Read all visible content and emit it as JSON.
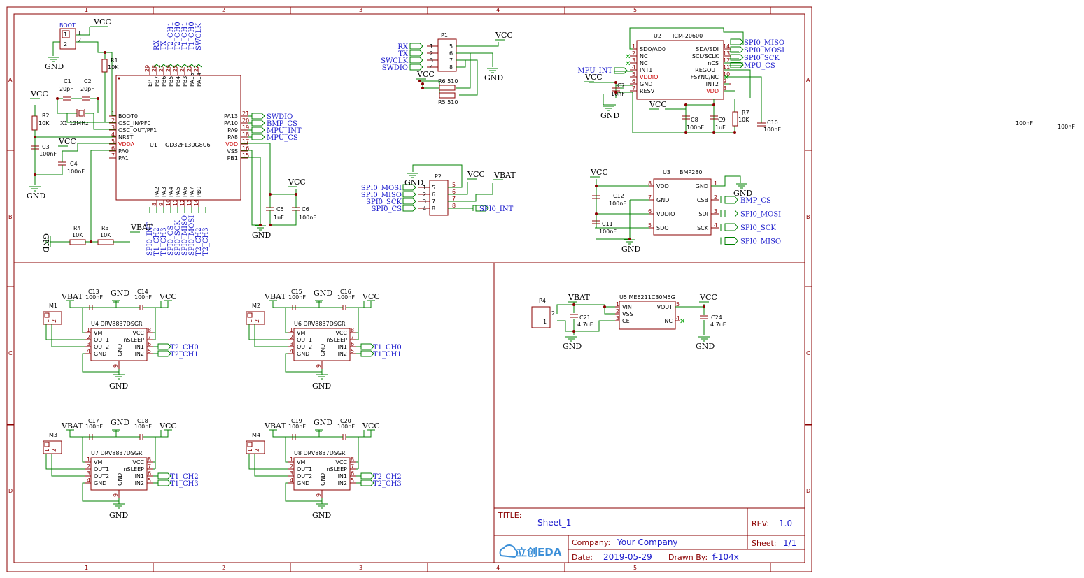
{
  "frame": {
    "col_labels": [
      "1",
      "2",
      "3",
      "4",
      "5"
    ],
    "row_labels": [
      "A",
      "B",
      "C",
      "D"
    ]
  },
  "title_block": {
    "title_label": "TITLE:",
    "title_value": "Sheet_1",
    "rev_label": "REV:",
    "rev_value": "1.0",
    "company_label": "Company:",
    "company_value": "Your Company",
    "sheet_label": "Sheet:",
    "sheet_value": "1/1",
    "date_label": "Date:",
    "date_value": "2019-05-29",
    "drawn_label": "Drawn By:",
    "drawn_value": "f-104x",
    "logo_text": "立创EDA"
  },
  "stray_labels": [
    "100nF",
    "100nF"
  ],
  "mcu": {
    "ref": "U1",
    "part": "GD32F130G8U6",
    "left_pins": [
      {
        "num": "1",
        "name": "BOOT0"
      },
      {
        "num": "2",
        "name": "OSC_IN/PF0"
      },
      {
        "num": "3",
        "name": "OSC_OUT/PF1"
      },
      {
        "num": "4",
        "name": "NRST"
      },
      {
        "num": "5",
        "name": "VDDA"
      },
      {
        "num": "6",
        "name": "PA0"
      },
      {
        "num": "7",
        "name": "PA1"
      }
    ],
    "right_pins": [
      {
        "num": "21",
        "name": "PA13"
      },
      {
        "num": "20",
        "name": "PA10"
      },
      {
        "num": "19",
        "name": "PA9"
      },
      {
        "num": "18",
        "name": "PA8"
      },
      {
        "num": "17",
        "name": "VDD"
      },
      {
        "num": "16",
        "name": "VSS"
      },
      {
        "num": "15",
        "name": "PB1"
      }
    ],
    "top_pins": [
      {
        "num": "29",
        "name": "EP"
      },
      {
        "num": "28",
        "name": "PB7"
      },
      {
        "num": "27",
        "name": "PB6"
      },
      {
        "num": "26",
        "name": "PB5"
      },
      {
        "num": "25",
        "name": "PB4"
      },
      {
        "num": "24",
        "name": "PB3"
      },
      {
        "num": "23",
        "name": "PA15"
      },
      {
        "num": "22",
        "name": "PA14"
      }
    ],
    "bottom_pins": [
      {
        "num": "8",
        "name": "PA2"
      },
      {
        "num": "9",
        "name": "PA3"
      },
      {
        "num": "10",
        "name": "PA4"
      },
      {
        "num": "11",
        "name": "PA5"
      },
      {
        "num": "12",
        "name": "PA6"
      },
      {
        "num": "13",
        "name": "PA7"
      },
      {
        "num": "14",
        "name": "PB0"
      }
    ],
    "top_nets": [
      "RX",
      "TX",
      "T2_CH1",
      "T2_CH0",
      "T1_CH1",
      "T1_CH0",
      "SWCLK"
    ],
    "bottom_nets": [
      "SPI0_INT",
      "T1_CH2",
      "T1_CH3",
      "SPI0_CS",
      "SPI0_SCK",
      "SPI0_MISO",
      "SPI0_MOSI",
      "T2_CH2",
      "T2_CH3"
    ],
    "right_nets": [
      "SWDIO",
      "BMP_CS",
      "MPU_INT",
      "MPU_CS"
    ]
  },
  "mcu_passives": {
    "boot": "BOOT",
    "r1": "R1",
    "r1v": "10K",
    "c1": "C1",
    "c1v": "20pF",
    "c2": "C2",
    "c2v": "20pF",
    "x1": "X1  12MHz",
    "r2": "R2",
    "r2v": "10K",
    "c3": "C3",
    "c3v": "100nF",
    "c4": "C4",
    "c4v": "100nF",
    "r4": "R4",
    "r4v": "10K",
    "r3": "R3",
    "r3v": "10K",
    "c5": "C5",
    "c5v": "1uF",
    "c6": "C6",
    "c6v": "100nF"
  },
  "p1": {
    "ref": "P1",
    "nets": [
      "RX",
      "TX",
      "SWCLK",
      "SWDIO"
    ],
    "pins_left": [
      "1",
      "2",
      "3",
      "4"
    ],
    "pins_right": [
      "5",
      "6",
      "7",
      "8"
    ],
    "r6": "R6  510",
    "r5": "R5  510"
  },
  "p2": {
    "ref": "P2",
    "nets": [
      "SPI0_MOSI",
      "SPI0_MISO",
      "SPI0_SCK",
      "SPI0_CS"
    ],
    "pins_left": [
      "1",
      "2",
      "3",
      "4"
    ],
    "pins_right": [
      "5",
      "6",
      "7",
      "8"
    ],
    "int_net": "SPI0_INT"
  },
  "u2": {
    "ref": "U2",
    "part": "ICM-20600",
    "left": [
      {
        "num": "1",
        "name": "SDO/AD0"
      },
      {
        "num": "2",
        "name": "NC"
      },
      {
        "num": "3",
        "name": "NC"
      },
      {
        "num": "4",
        "name": "INT1"
      },
      {
        "num": "5",
        "name": "VDDIO"
      },
      {
        "num": "6",
        "name": "GND"
      },
      {
        "num": "7",
        "name": "RESV"
      }
    ],
    "right": [
      {
        "num": "14",
        "name": "SDA/SDI"
      },
      {
        "num": "13",
        "name": "SCL/SCLK"
      },
      {
        "num": "12",
        "name": "nCS"
      },
      {
        "num": "11",
        "name": "REGOUT"
      },
      {
        "num": "10",
        "name": "FSYNC/NC"
      },
      {
        "num": "9",
        "name": "INT2"
      },
      {
        "num": "8",
        "name": "VDD"
      }
    ],
    "nets": [
      "SPI0_MISO",
      "SPI0_MOSI",
      "SPI0_SCK",
      "MPU_CS"
    ],
    "mpu_int": "MPU_INT",
    "c7": "C7",
    "c7v": "10nF",
    "c8": "C8",
    "c8v": "100nF",
    "c9": "C9",
    "c9v": "1uF",
    "r7": "R7",
    "r7v": "10K",
    "c10": "C10",
    "c10v": "100nF"
  },
  "u3": {
    "ref": "U3",
    "part": "BMP280",
    "left": [
      {
        "num": "8",
        "name": "VDD"
      },
      {
        "num": "7",
        "name": "GND"
      },
      {
        "num": "6",
        "name": "VDDIO"
      },
      {
        "num": "5",
        "name": "SDO"
      }
    ],
    "right": [
      {
        "num": "1",
        "name": "GND"
      },
      {
        "num": "2",
        "name": "CSB"
      },
      {
        "num": "3",
        "name": "SDI"
      },
      {
        "num": "4",
        "name": "SCK"
      }
    ],
    "nets": [
      "BMP_CS",
      "SPI0_MOSI",
      "SPI0_SCK",
      "SPI0_MISO"
    ],
    "c12": "C12",
    "c12v": "100nF",
    "c11": "C11",
    "c11v": "100nF"
  },
  "power": {
    "vcc": "VCC",
    "gnd": "GND",
    "vbat": "VBAT"
  },
  "drivers": [
    {
      "m": "M1",
      "u": "U4 DRV8837DSGR",
      "ca": "C13",
      "cb": "C14",
      "cav": "100nF",
      "cbv": "100nF",
      "in1": "T2_CH0",
      "in2": "T2_CH1"
    },
    {
      "m": "M2",
      "u": "U6 DRV8837DSGR",
      "ca": "C15",
      "cb": "C16",
      "cav": "100nF",
      "cbv": "100nF",
      "in1": "T1_CH0",
      "in2": "T1_CH1"
    },
    {
      "m": "M3",
      "u": "U7 DRV8837DSGR",
      "ca": "C17",
      "cb": "C18",
      "cav": "100nF",
      "cbv": "100nF",
      "in1": "T1_CH2",
      "in2": "T1_CH3"
    },
    {
      "m": "M4",
      "u": "U8 DRV8837DSGR",
      "ca": "C19",
      "cb": "C20",
      "cav": "100nF",
      "cbv": "100nF",
      "in1": "T2_CH2",
      "in2": "T2_CH3"
    }
  ],
  "driver_pins": {
    "left": [
      {
        "num": "1",
        "name": "VM"
      },
      {
        "num": "2",
        "name": "OUT1"
      },
      {
        "num": "3",
        "name": "OUT2"
      },
      {
        "num": "4",
        "name": "GND"
      }
    ],
    "right": [
      {
        "num": "8",
        "name": "VCC"
      },
      {
        "num": "7",
        "name": "nSLEEP"
      },
      {
        "num": "6",
        "name": "IN1"
      },
      {
        "num": "5",
        "name": "IN2"
      }
    ],
    "bottom_num": "9",
    "bottom_name": "GND",
    "motor_pins": [
      "1",
      "2"
    ]
  },
  "reg": {
    "ref": "U5 ME6211C30M5G",
    "p4": "P4",
    "p4_pins": [
      "2",
      "1"
    ],
    "left": [
      {
        "num": "1",
        "name": "VIN"
      },
      {
        "num": "2",
        "name": "VSS"
      },
      {
        "num": "3",
        "name": "CE"
      }
    ],
    "right": [
      {
        "num": "5",
        "name": "VOUT"
      },
      {
        "num": "4",
        "name": "NC"
      }
    ],
    "c21": "C21",
    "c21v": "4.7uF",
    "c24": "C24",
    "c24v": "4.7uF"
  }
}
